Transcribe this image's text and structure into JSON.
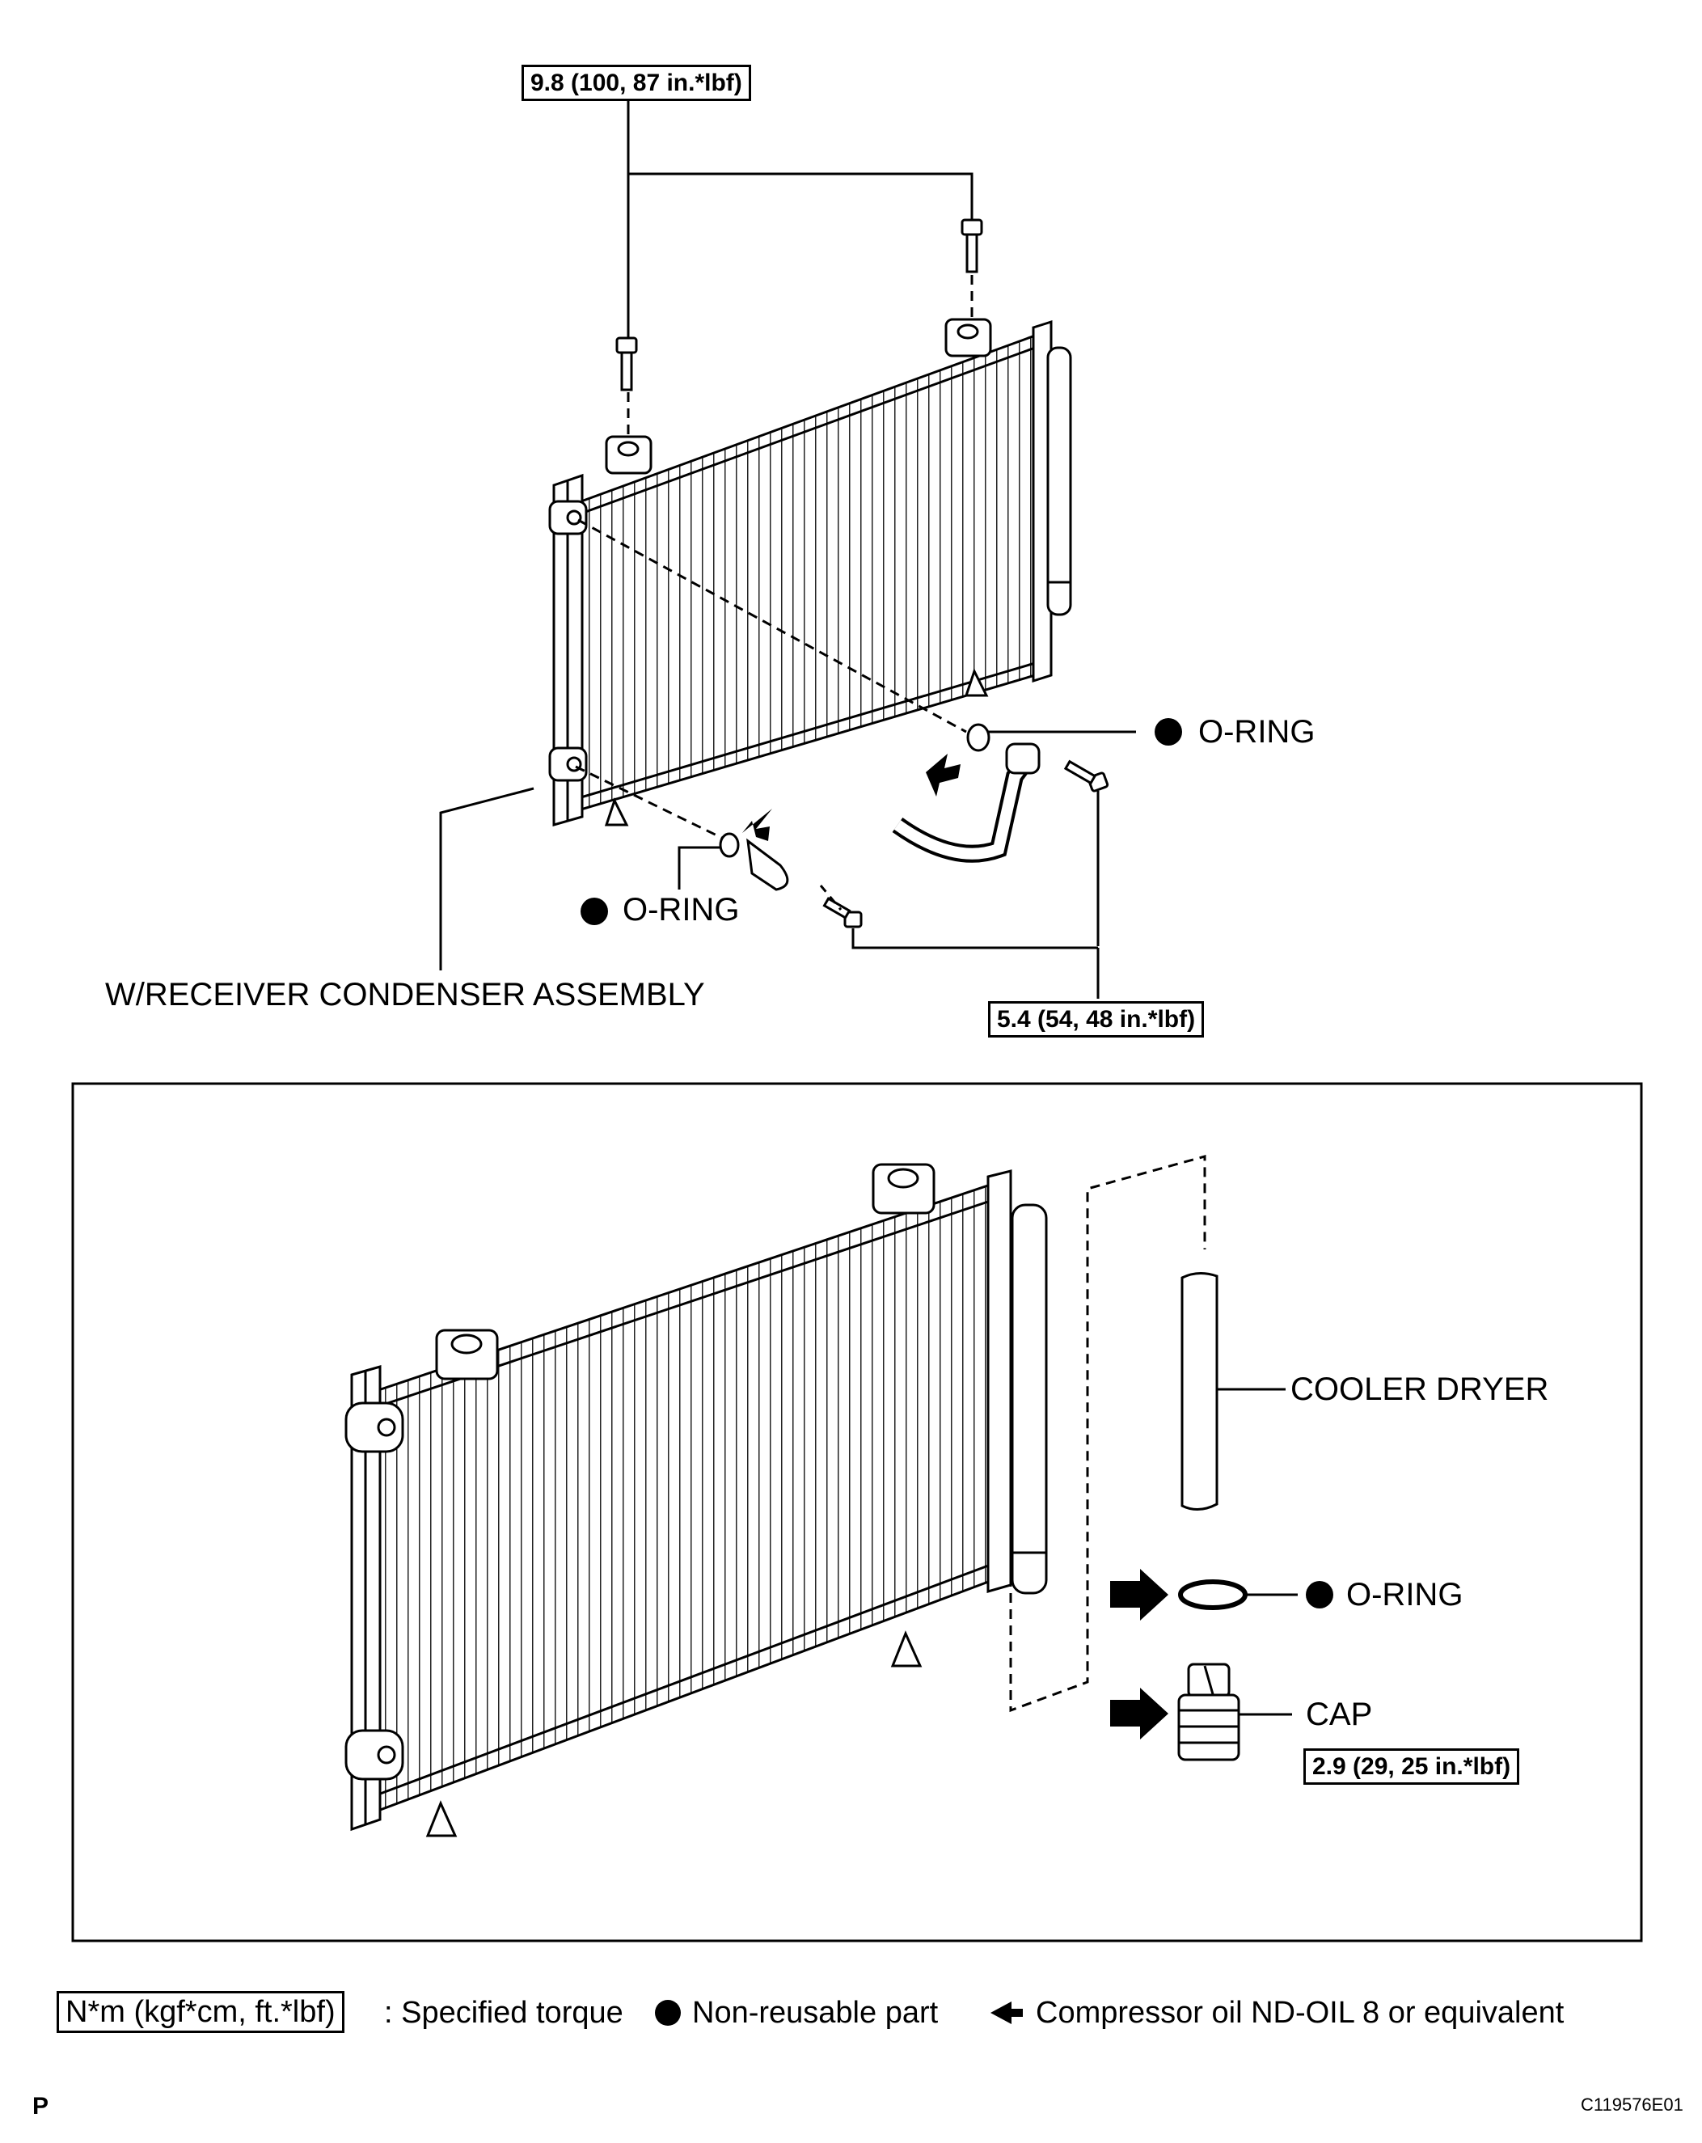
{
  "top_view": {
    "torque_upper": "9.8 (100, 87 in.*lbf)",
    "torque_lower": "5.4 (54, 48 in.*lbf)",
    "oring_right": "O-RING",
    "oring_left": "O-RING",
    "assembly_label": "W/RECEIVER CONDENSER ASSEMBLY"
  },
  "detail_view": {
    "cooler_dryer": "COOLER DRYER",
    "oring": "O-RING",
    "cap": "CAP",
    "cap_torque": "2.9 (29, 25 in.*lbf)"
  },
  "legend": {
    "torque_box": "N*m (kgf*cm, ft.*lbf)",
    "torque_text": ": Specified torque",
    "nonreusable_text": "Non-reusable part",
    "oil_text": "Compressor oil ND-OIL 8 or equivalent"
  },
  "footer": {
    "page_letter": "P",
    "figure_id": "C119576E01"
  }
}
